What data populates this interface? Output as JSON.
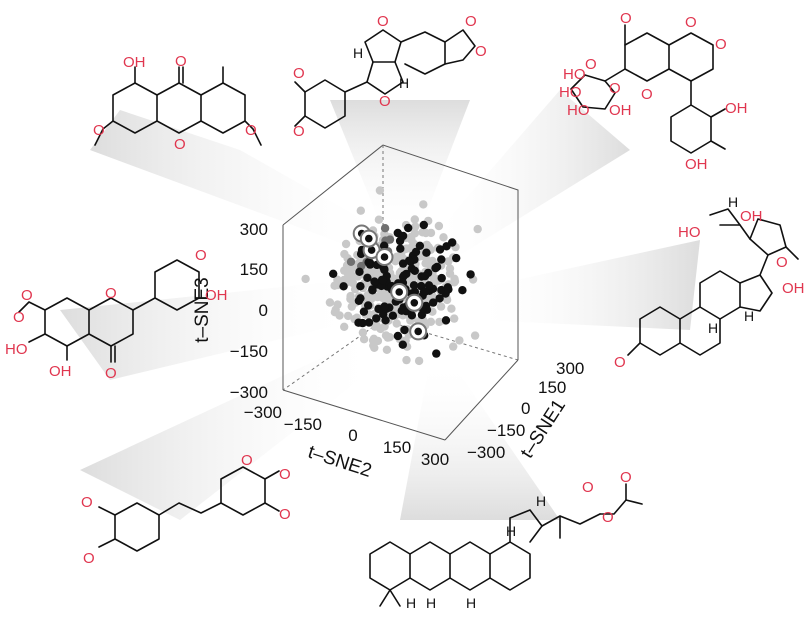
{
  "chart_data": {
    "type": "scatter",
    "projection": "3d",
    "xlabel": "t–SNE1",
    "ylabel": "t–SNE2",
    "zlabel": "t–SNE3",
    "xlim": [
      -300,
      300
    ],
    "ylim": [
      -300,
      300
    ],
    "zlim": [
      -300,
      300
    ],
    "ticks": {
      "x": [
        "−300",
        "−150",
        "0",
        "150",
        "300"
      ],
      "y": [
        "−300",
        "−150",
        "0",
        "150",
        "300"
      ],
      "z": [
        "−300",
        "−150",
        "0",
        "150",
        "300"
      ]
    },
    "grid": false,
    "colors": {
      "background_points": "#c8c8c8",
      "group_points": "#111111",
      "mid_points": "#707070",
      "highlight_ring": "#777777"
    },
    "series": [
      {
        "color": "#c8c8c8",
        "points": []
      },
      {
        "color": "#111111",
        "points": []
      },
      {
        "color": "#707070",
        "points": []
      }
    ],
    "highlighted": [
      {
        "x": -10,
        "y": 160,
        "z": 190
      },
      {
        "x": -180,
        "y": -10,
        "z": 140
      },
      {
        "x": -200,
        "y": -80,
        "z": 90
      },
      {
        "x": -160,
        "y": -120,
        "z": 20
      },
      {
        "x": 120,
        "y": 170,
        "z": 80
      },
      {
        "x": 150,
        "y": 120,
        "z": 30
      },
      {
        "x": 160,
        "y": 110,
        "z": -70
      }
    ]
  },
  "structures": {
    "top_left_xanthone": {
      "atoms": [
        "OH",
        "O",
        "O",
        "O",
        "O"
      ]
    },
    "top_center_lignan": {
      "atoms": [
        "O",
        "O",
        "O",
        "O",
        "O",
        "O",
        "H",
        "H"
      ]
    },
    "top_right_coumarin_glycoside": {
      "atoms": [
        "O",
        "O",
        "O",
        "O",
        "HO",
        "HO",
        "HO",
        "OH",
        "O",
        "OH",
        "OH",
        "O"
      ]
    },
    "left_flavone": {
      "atoms": [
        "O",
        "OH",
        "O",
        "O",
        "O",
        "HO",
        "OH",
        "O"
      ]
    },
    "right_triterpene": {
      "atoms": [
        "HO",
        "H",
        "OH",
        "O",
        "OH",
        "O",
        "H",
        "H"
      ]
    },
    "bottom_left_bibenzyl": {
      "atoms": [
        "O",
        "O",
        "O",
        "O",
        "O"
      ]
    },
    "bottom_center_triterpene_ester": {
      "atoms": [
        "O",
        "O",
        "O",
        "H",
        "H",
        "H",
        "H",
        "H"
      ]
    }
  }
}
